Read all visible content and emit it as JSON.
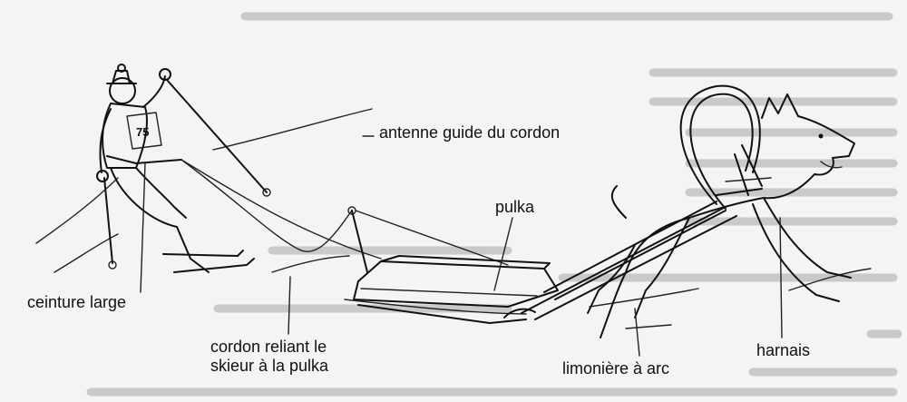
{
  "labels": {
    "antenne": "antenne guide du cordon",
    "pulka": "pulka",
    "ceinture": "ceinture large",
    "cordon_line1": "cordon reliant le",
    "cordon_line2": "skieur à la pulka",
    "limoniere": "limonière à arc",
    "harnais": "harnais"
  },
  "bib_number": "75",
  "colors": {
    "ink": "#111111",
    "paper": "#f4f4f4",
    "bleed_text": "#c9c9c9"
  }
}
